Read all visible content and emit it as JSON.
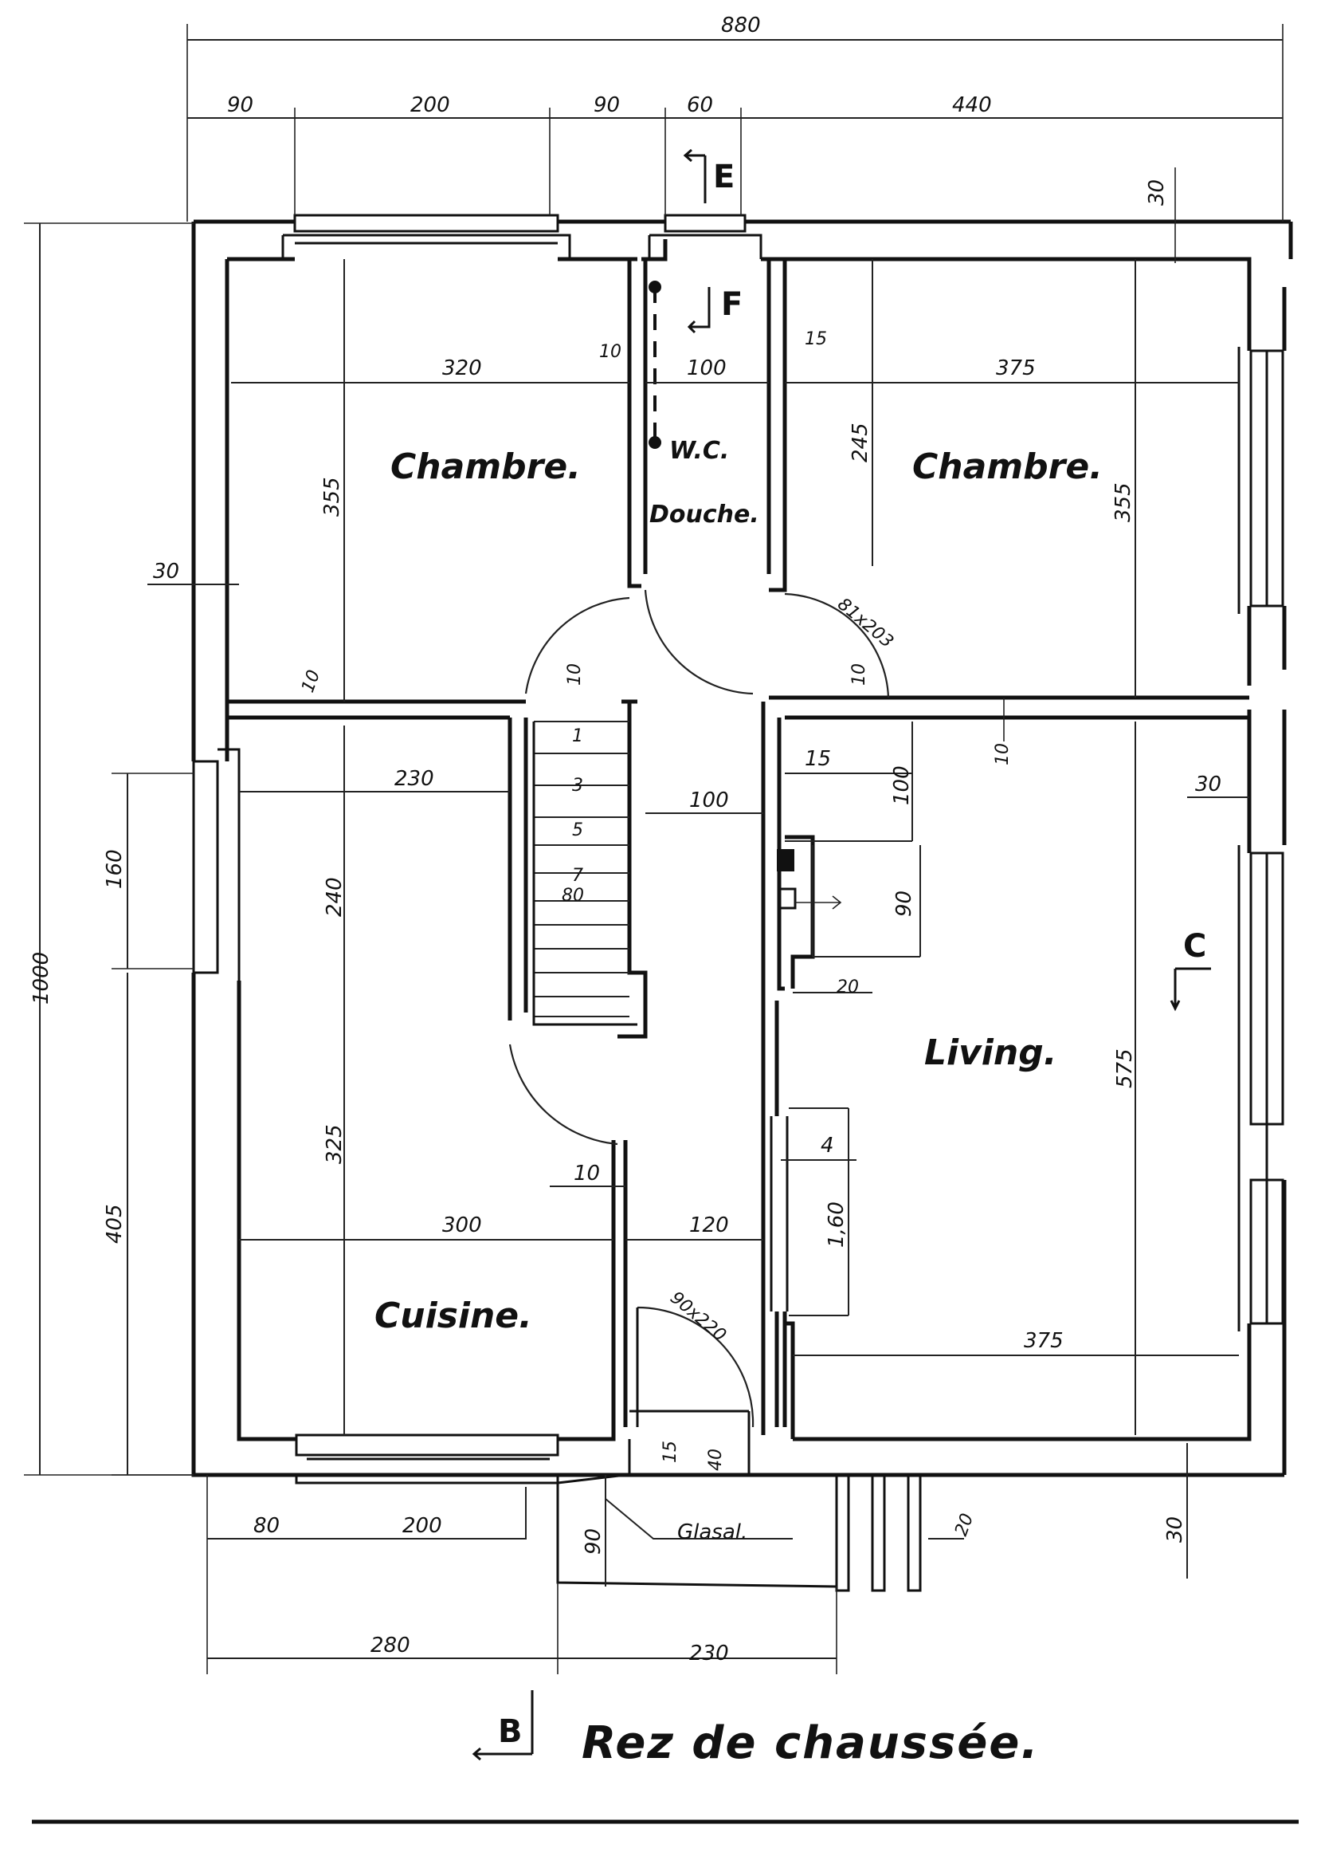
{
  "rooms": {
    "bedroom_left": "Chambre.",
    "bedroom_right": "Chambre.",
    "wc": "W.C.",
    "shower": "Douche.",
    "kitchen": "Cuisine.",
    "living": "Living."
  },
  "title": "Rez de chaussée.",
  "sections": {
    "b": "B",
    "c": "C",
    "e": "E",
    "f": "F"
  },
  "glass_label": "Glasal.",
  "dimensions": {
    "total_width": "880",
    "total_height": "1000",
    "top_90a": "90",
    "top_200": "200",
    "top_90b": "90",
    "top_60": "60",
    "top_440": "440",
    "right_top_30": "30",
    "bedroom_left_width": "320",
    "wc_wall_10": "10",
    "wc_width": "100",
    "wc_wall_15": "15",
    "bedroom_right_width": "375",
    "bedroom_left_height": "355",
    "bedroom_right_245": "245",
    "bedroom_right_height": "355",
    "left_wall_30": "30",
    "door_81x203": "81x203",
    "wall_10_left": "10",
    "wall_10_stair": "10",
    "wall_10_door": "10",
    "wall_10_living": "10",
    "stair_1": "1",
    "stair_3": "3",
    "stair_5": "5",
    "stair_7": "7",
    "stair_80": "80",
    "kitchen_230": "230",
    "kitchen_240": "240",
    "window_160": "160",
    "hall_100": "100",
    "living_15": "15",
    "living_100": "100",
    "living_90": "90",
    "living_20": "20",
    "right_30": "30",
    "living_575": "575",
    "kitchen_325": "325",
    "kitchen_405": "405",
    "wall_10_kitchen": "10",
    "kitchen_300": "300",
    "hall_120": "120",
    "living_4": "4",
    "living_160": "1,60",
    "door_90x220": "90x220",
    "living_375": "375",
    "step_15": "15",
    "step_40": "40",
    "bottom_80": "80",
    "bottom_200": "200",
    "bottom_90": "90",
    "bottom_20": "20",
    "bottom_right_30": "30",
    "bottom_280": "280",
    "bottom_230": "230"
  }
}
